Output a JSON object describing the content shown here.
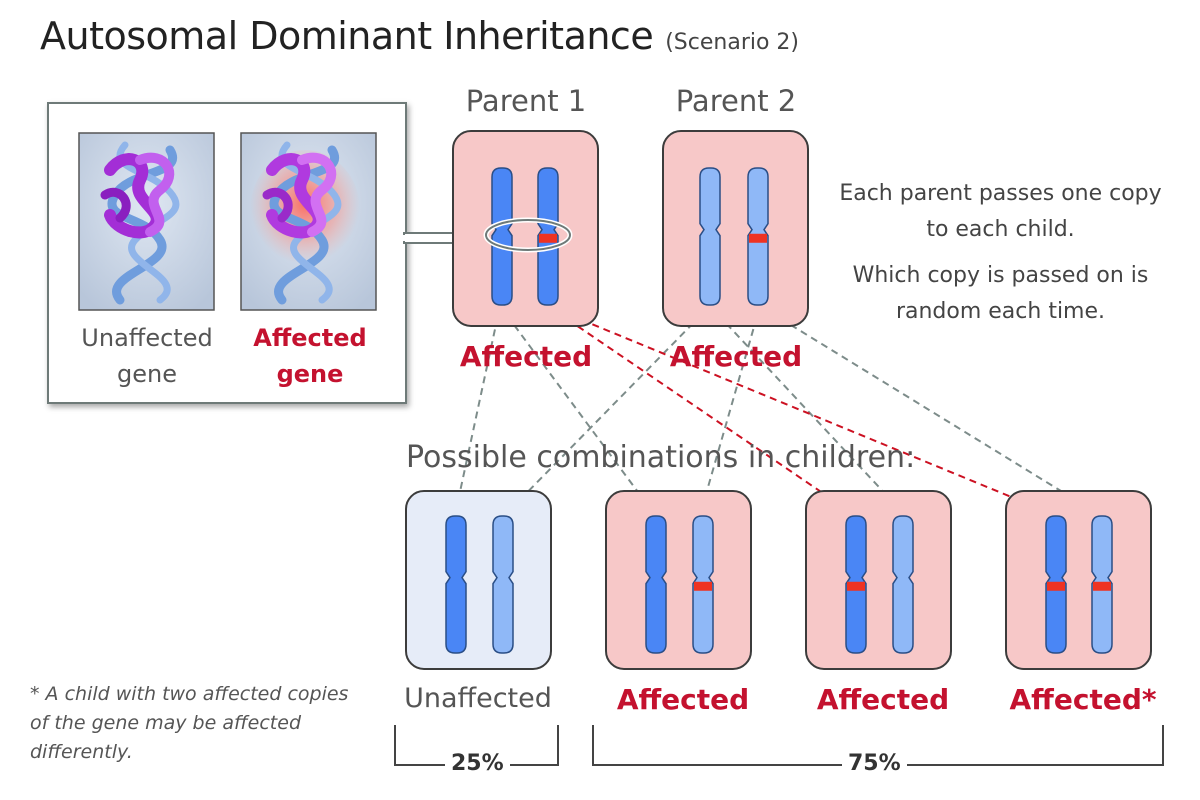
{
  "title": "Autosomal Dominant Inheritance",
  "subtitle": "(Scenario 2)",
  "gene_panel": {
    "unaffected_label": "Unaffected\ngene",
    "affected_label": "Affected\ngene"
  },
  "parents": [
    {
      "label": "Parent 1",
      "status": "Affected"
    },
    {
      "label": "Parent 2",
      "status": "Affected"
    }
  ],
  "notes": {
    "line1": "Each parent passes one copy to each child.",
    "line2": "Which copy is passed on is random each time."
  },
  "combinations_heading": "Possible combinations in children:",
  "children": [
    {
      "status": "Unaffected"
    },
    {
      "status": "Affected"
    },
    {
      "status": "Affected"
    },
    {
      "status": "Affected*"
    }
  ],
  "percentages": {
    "unaffected": "25%",
    "affected": "75%"
  },
  "footnote": "* A child with two affected copies of the gene may be affected differently.",
  "colors": {
    "affected_box": "#f7c8c8",
    "unaffected_box": "#e6ecf8",
    "chromosome_dark": "#4a86f5",
    "chromosome_light": "#8fb8f7",
    "mutation_mark": "#ee3322",
    "affected_text": "#c4122f",
    "line_gray": "#7d8c8a",
    "line_red": "#cc1122"
  }
}
